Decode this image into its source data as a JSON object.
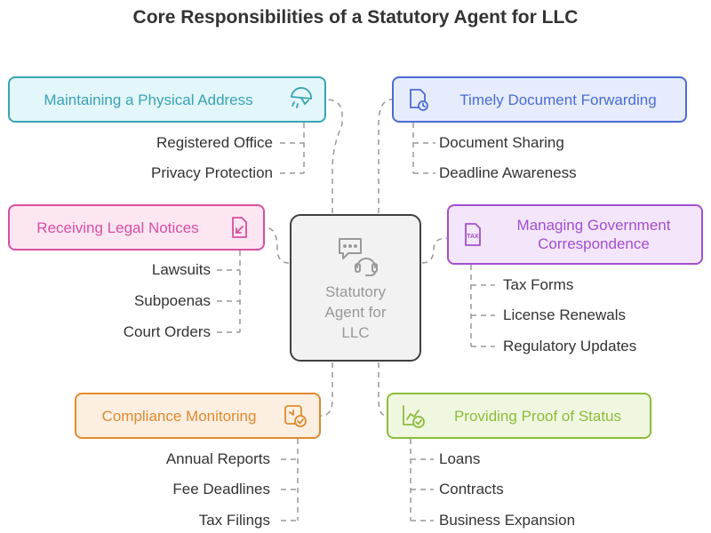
{
  "title": "Core Responsibilities of a Statutory Agent for LLC",
  "center": {
    "label_lines": [
      "Statutory",
      "Agent for",
      "LLC"
    ],
    "icon": "chat-support-icon"
  },
  "colors": {
    "cyan": "#3aa3b5",
    "blue": "#4b6cd6",
    "pink": "#d94fa0",
    "purple": "#a24fd1",
    "orange": "#e08a2e",
    "green": "#8cbd3a",
    "connector": "#999999",
    "center_border": "#404040"
  },
  "nodes": {
    "physical_address": {
      "label": "Maintaining a Physical Address",
      "icon": "satellite-dish-icon",
      "items": [
        "Registered Office",
        "Privacy Protection"
      ]
    },
    "document_forwarding": {
      "label": "Timely Document Forwarding",
      "icon": "document-clock-icon",
      "items": [
        "Document Sharing",
        "Deadline Awareness"
      ]
    },
    "legal_notices": {
      "label": "Receiving Legal Notices",
      "icon": "document-arrow-icon",
      "items": [
        "Lawsuits",
        "Subpoenas",
        "Court Orders"
      ]
    },
    "government_correspondence": {
      "label_lines": [
        "Managing Government",
        "Correspondence"
      ],
      "icon": "tax-document-icon",
      "icon_text": "TAX",
      "items": [
        "Tax Forms",
        "License Renewals",
        "Regulatory Updates"
      ]
    },
    "compliance_monitoring": {
      "label": "Compliance Monitoring",
      "icon": "clock-check-icon",
      "items": [
        "Annual Reports",
        "Fee Deadlines",
        "Tax Filings"
      ]
    },
    "proof_of_status": {
      "label": "Providing Proof of Status",
      "icon": "chart-check-icon",
      "items": [
        "Loans",
        "Contracts",
        "Business Expansion"
      ]
    }
  }
}
